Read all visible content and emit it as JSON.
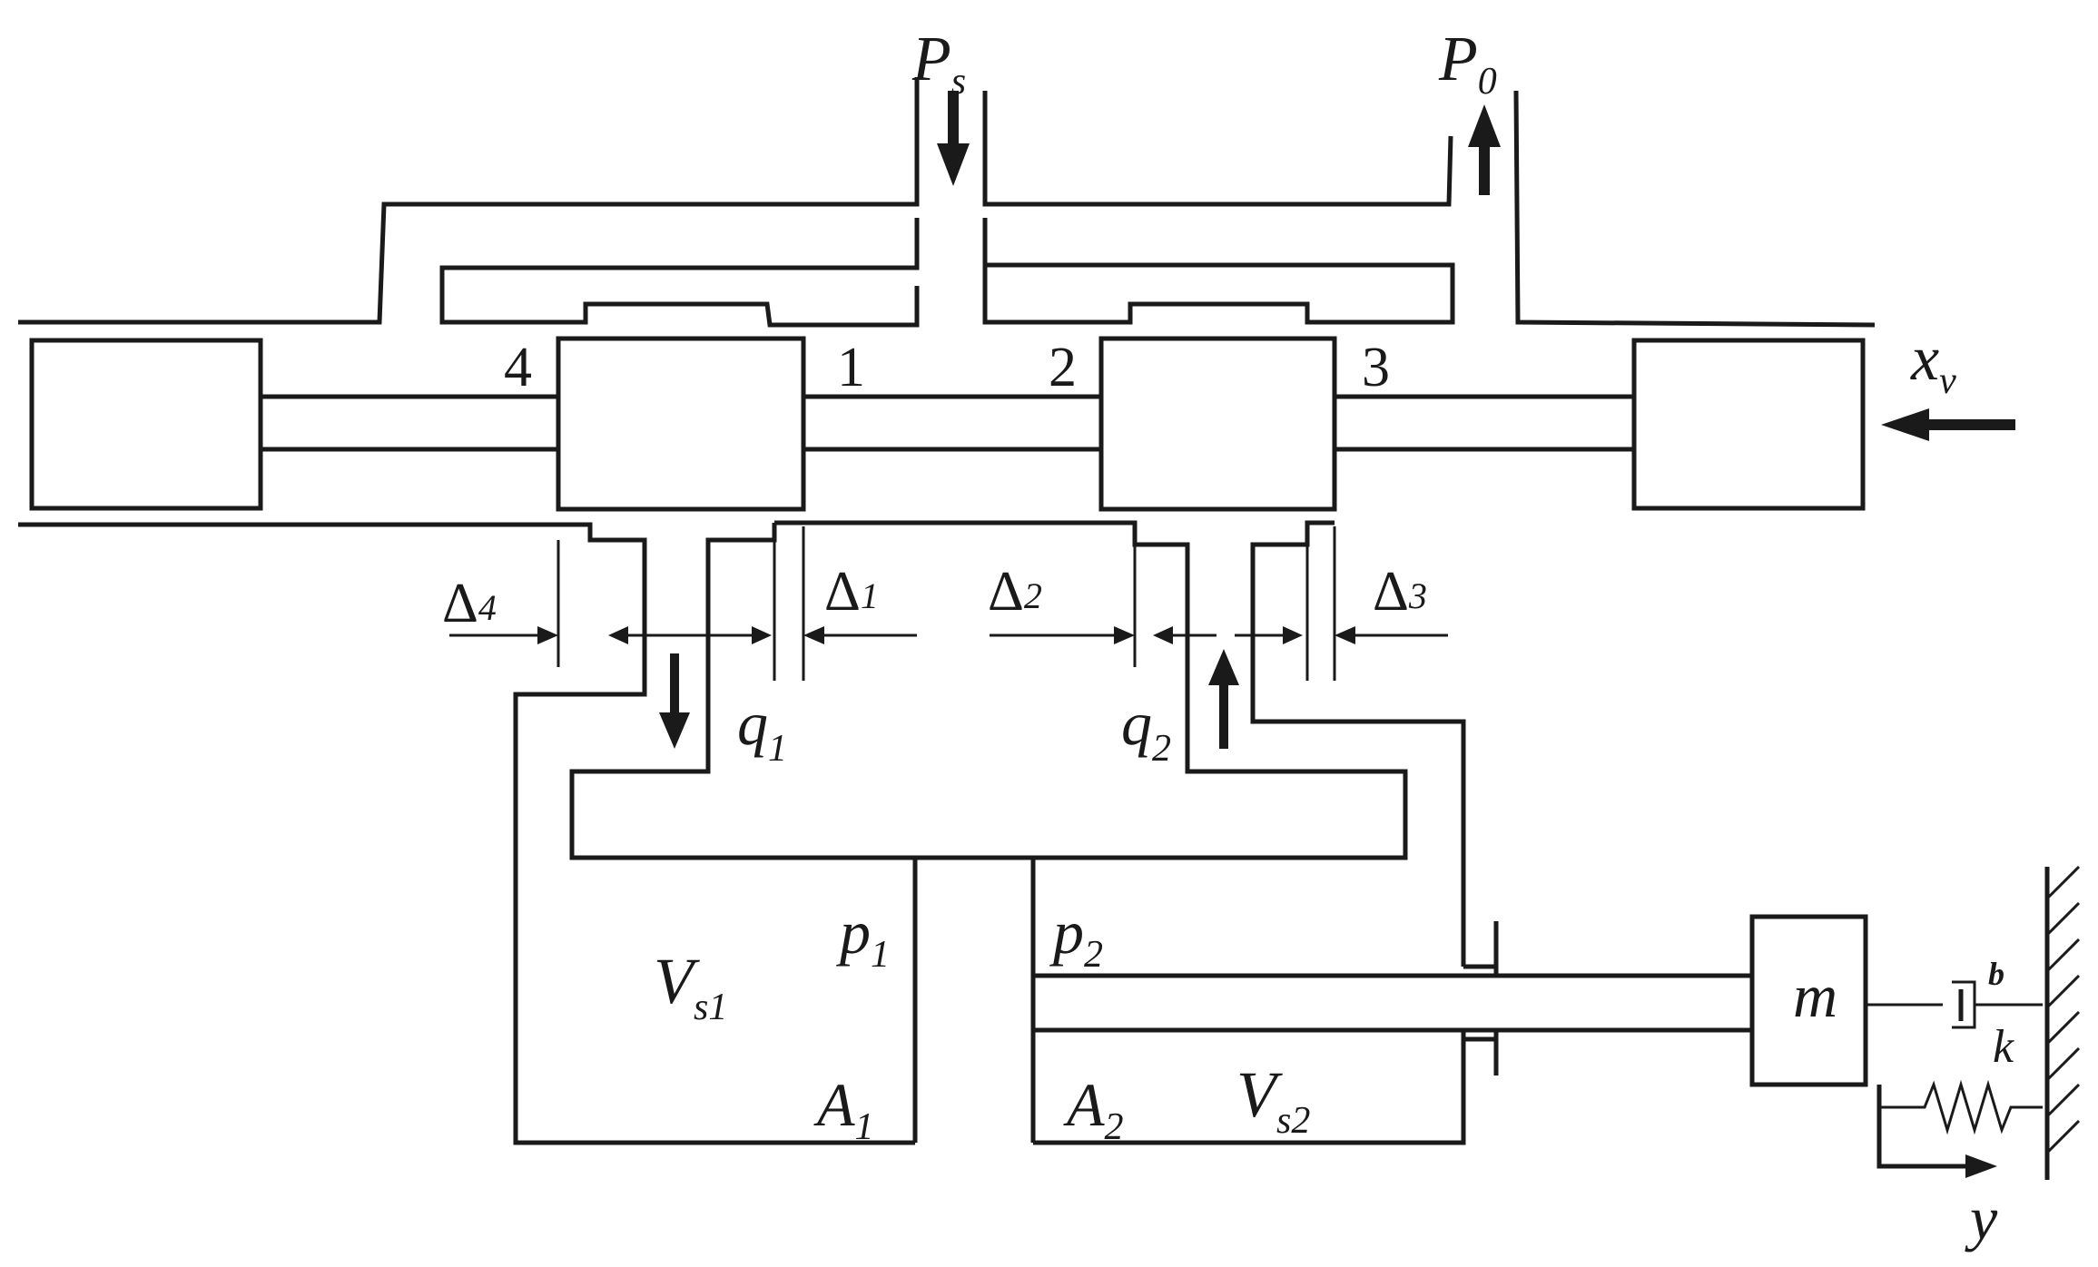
{
  "ports": {
    "supply": {
      "main": "P",
      "sub": "s"
    },
    "return": {
      "main": "P",
      "sub": "0"
    }
  },
  "spool_input": {
    "main": "x",
    "sub": "v"
  },
  "orifice_numbers": [
    "4",
    "1",
    "2",
    "3"
  ],
  "clearances": [
    {
      "main": "Δ",
      "sub": "4"
    },
    {
      "main": "Δ",
      "sub": "1"
    },
    {
      "main": "Δ",
      "sub": "2"
    },
    {
      "main": "Δ",
      "sub": "3"
    }
  ],
  "flows": [
    {
      "main": "q",
      "sub": "1"
    },
    {
      "main": "q",
      "sub": "2"
    }
  ],
  "chamber1": {
    "pressure": {
      "main": "p",
      "sub": "1"
    },
    "volume": {
      "main": "V",
      "sub": "s1"
    },
    "area": {
      "main": "A",
      "sub": "1"
    }
  },
  "chamber2": {
    "pressure": {
      "main": "p",
      "sub": "2"
    },
    "volume": {
      "main": "V",
      "sub": "s2"
    },
    "area": {
      "main": "A",
      "sub": "2"
    }
  },
  "load": {
    "mass": "m",
    "damper": "b",
    "spring": "k",
    "displacement": "y"
  }
}
